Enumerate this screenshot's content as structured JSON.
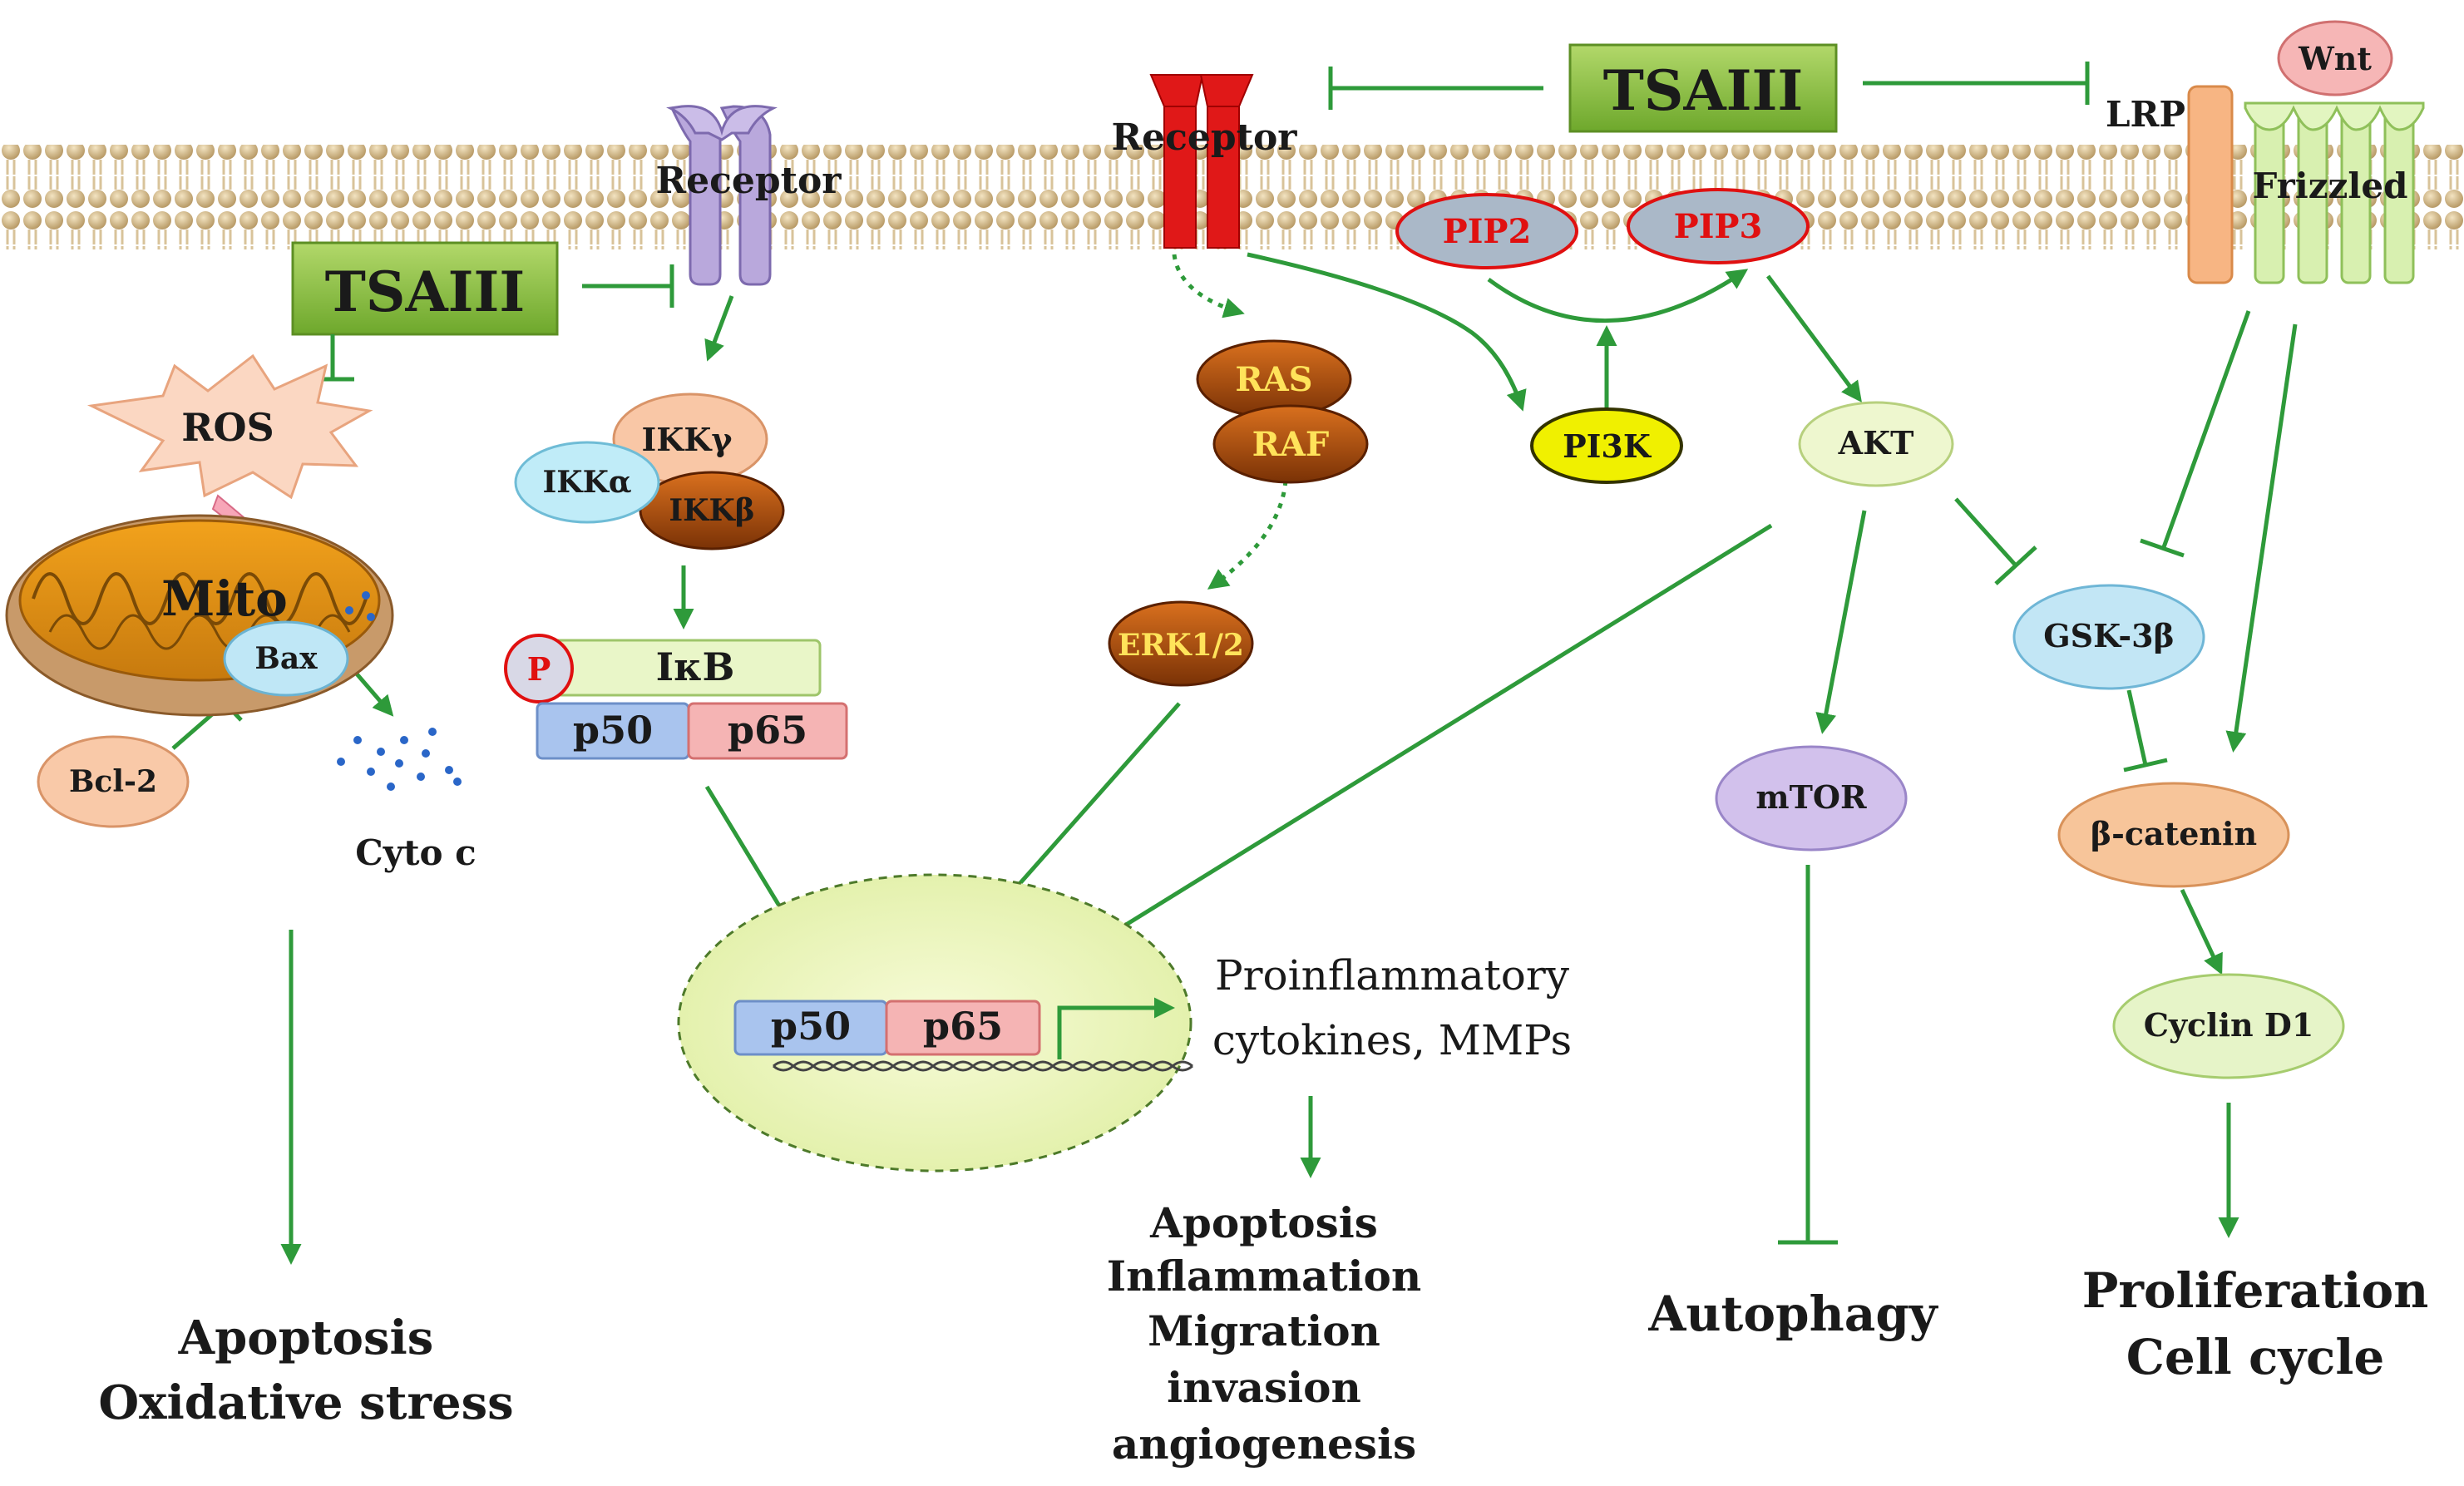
{
  "inhibitor": "TSAIII",
  "receptors": {
    "nfkb": "Receptor",
    "mapk": "Receptor"
  },
  "wnt_side": {
    "lrp": "LRP",
    "wnt": "Wnt",
    "frizzled": "Frizzled"
  },
  "mito_panel": {
    "ros": "ROS",
    "mito": "Mito",
    "bax": "Bax",
    "bcl2": "Bcl-2",
    "cytoc": "Cyto c",
    "outcome": [
      "Apoptosis",
      "Oxidative stress"
    ]
  },
  "nfkb_panel": {
    "ikkg": "IKKγ",
    "ikka": "IKKα",
    "ikkb": "IKKβ",
    "p": "P",
    "ikb": "IκB",
    "p50": "p50",
    "p65": "p65"
  },
  "mapk_panel": {
    "ras": "RAS",
    "raf": "RAF",
    "erk": "ERK1/2"
  },
  "pi3k_panel": {
    "pip2": "PIP2",
    "pip3": "PIP3",
    "pi3k": "PI3K",
    "akt": "AKT",
    "mtor": "mTOR"
  },
  "wnt_panel": {
    "gsk": "GSK-3β",
    "bcat": "β-catenin",
    "cyclin": "Cyclin D1"
  },
  "nucleus": {
    "p50": "p50",
    "p65": "p65",
    "products": [
      "Proinflammatory",
      "cytokines, MMPs"
    ],
    "outcome": [
      "Apoptosis",
      "Inflammation",
      "Migration",
      "invasion",
      "angiogenesis"
    ]
  },
  "outcomes": {
    "autophagy": "Autophagy",
    "proliferation": [
      "Proliferation",
      "Cell cycle"
    ]
  },
  "colors": {
    "arrow": "#2e9a3a",
    "tsa_box": "#8cbf44",
    "membrane": "#d9c49a",
    "receptor_red": "#e01010",
    "receptor_purple": "#b7a6d9",
    "ras_raf": "#b4520e",
    "label_red": "#e01010"
  }
}
